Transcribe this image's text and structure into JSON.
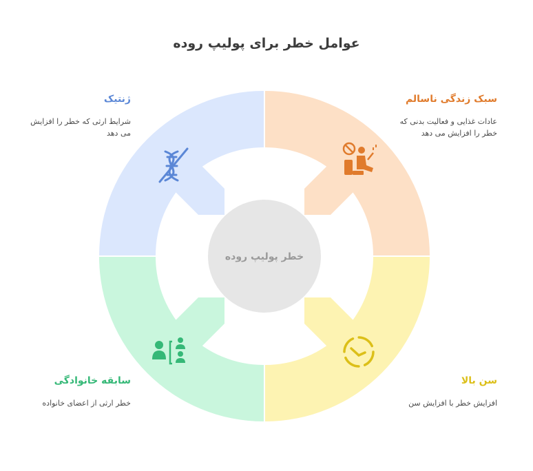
{
  "title": "عوامل خطر برای پولیپ روده",
  "center": "خطر پولیپ روده",
  "factors": [
    {
      "name": "ژنتیک",
      "desc": "شرایط ارثی که خطر را افزایش می دهد",
      "color": "#5b87d6",
      "fill": "#dbe7fd",
      "icon": "dna-crossed-icon"
    },
    {
      "name": "سبک زندگی ناسالم",
      "desc": "عادات غذایی و فعالیت بدنی که خطر را افزایش می دهد",
      "color": "#e07b2c",
      "fill": "#fde0c6",
      "icon": "unhealthy-lifestyle-icon"
    },
    {
      "name": "سابقه خانوادگی",
      "desc": "خطر ارثی از اعضای خانواده",
      "color": "#35b877",
      "fill": "#c9f6dd",
      "icon": "family-icon"
    },
    {
      "name": "سن بالا",
      "desc": "افزایش خطر با افزایش سن",
      "color": "#dcbf18",
      "fill": "#fdf3b2",
      "icon": "clock-age-icon"
    }
  ]
}
